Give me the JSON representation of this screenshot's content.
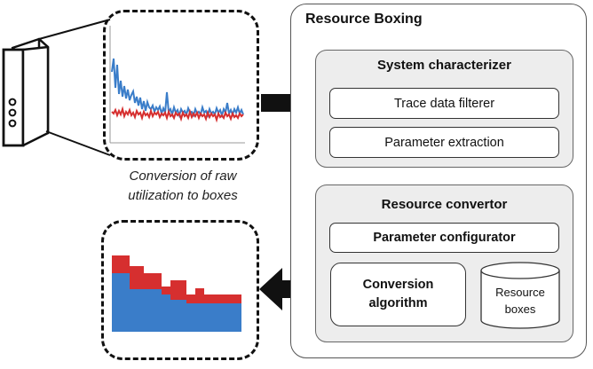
{
  "main_panel": {
    "title": "Resource Boxing"
  },
  "characterizer": {
    "title": "System characterizer",
    "items": [
      "Trace data filterer",
      "Parameter extraction"
    ]
  },
  "convertor": {
    "title": "Resource convertor",
    "configurator": "Parameter configurator",
    "algorithm_line1": "Conversion",
    "algorithm_line2": "algorithm",
    "store_line1": "Resource",
    "store_line2": "boxes"
  },
  "caption": {
    "line1": "Conversion of raw",
    "line2": "utilization to boxes"
  },
  "icons": [
    "server-icon",
    "database-icon",
    "arrow-right-icon",
    "arrow-left-icon"
  ],
  "colors": {
    "series_blue": "#3a7dc9",
    "series_red": "#d62f2f",
    "subpanel_fill": "#ededed"
  }
}
